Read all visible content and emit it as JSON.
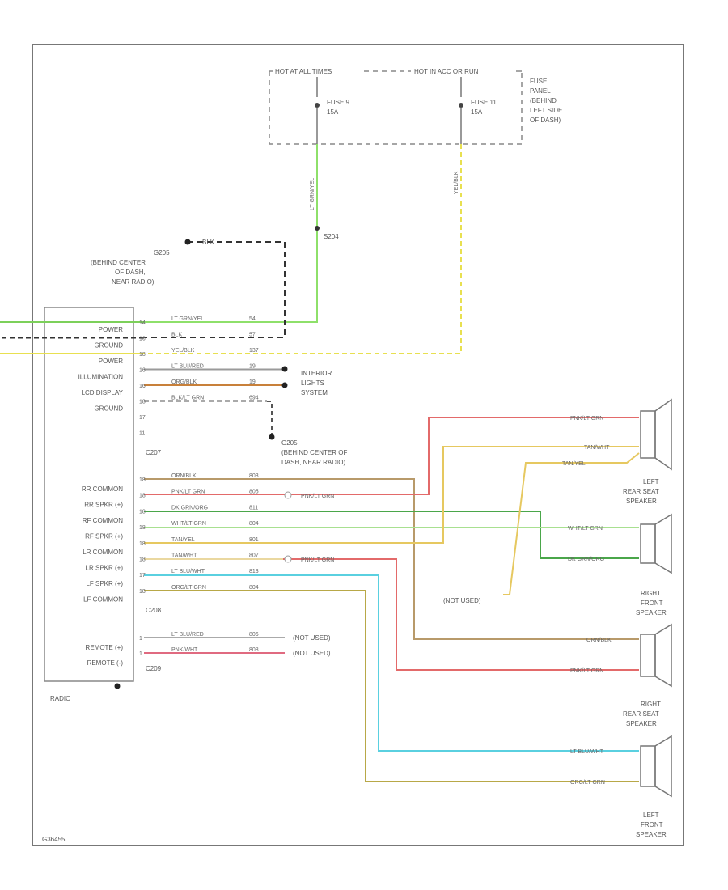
{
  "fuse_panel": {
    "hot_at_all_times": "HOT AT ALL TIMES",
    "hot_in_acc_or_run": "HOT IN ACC OR RUN",
    "fuse_a": "FUSE 9",
    "fuse_a_amp": "15A",
    "fuse_b": "FUSE 11",
    "fuse_b_amp": "15A",
    "location": [
      "FUSE",
      "PANEL",
      "(BEHIND",
      "LEFT SIDE",
      "OF DASH)"
    ]
  },
  "splice": "S204",
  "ground_upper": {
    "id": "G205",
    "location": [
      "(BEHIND CENTER",
      "OF DASH,",
      "NEAR RADIO)"
    ],
    "wire": "BLK"
  },
  "ground_lower": {
    "id": "G205",
    "location": [
      "(BEHIND CENTER OF",
      "DASH, NEAR RADIO)"
    ]
  },
  "interior_lights": [
    "INTERIOR",
    "LIGHTS",
    "SYSTEM"
  ],
  "radio": {
    "label": "RADIO",
    "pins_top": [
      "POWER",
      "GROUND",
      "POWER",
      "ILLUMINATION",
      "LCD DISPLAY",
      "GROUND"
    ],
    "pins_mid": [
      "RR COMMON",
      "RR SPKR (+)",
      "RF COMMON",
      "RF SPKR (+)",
      "LR COMMON",
      "LR SPKR (+)",
      "LF SPKR (+)",
      "LF COMMON"
    ],
    "pins_bottom": [
      "REMOTE (+)",
      "REMOTE (-)"
    ],
    "conn_1": "C207",
    "conn_2": "C208",
    "conn_3": "C209"
  },
  "wires_top": [
    {
      "pin": "14",
      "color_label": "LT GRN/YEL",
      "circuit": "54",
      "hex": "#7cd05a"
    },
    {
      "pin": "16",
      "color_label": "BLK",
      "circuit": "57",
      "hex": "#333333"
    },
    {
      "pin": "18",
      "color_label": "YEL/BLK",
      "circuit": "137",
      "hex": "#e8e050"
    },
    {
      "pin": "16",
      "color_label": "LT BLU/RED",
      "circuit": "19",
      "hex": "#9a9a9a"
    },
    {
      "pin": "16",
      "color_label": "ORG/BLK",
      "circuit": "19",
      "hex": "#c8803a"
    },
    {
      "pin": "18",
      "color_label": "BLK/LT GRN",
      "circuit": "694",
      "hex": "#555555"
    },
    {
      "pin": "17",
      "color_label": "",
      "circuit": "",
      "hex": "#888888"
    },
    {
      "pin": "11",
      "color_label": "",
      "circuit": "",
      "hex": "#888888"
    }
  ],
  "wires_mid": [
    {
      "pin": "18",
      "color_label": "ORN/BLK",
      "circuit": "803",
      "hex": "#b89a6a"
    },
    {
      "pin": "18",
      "color_label": "PNK/LT GRN",
      "circuit": "805",
      "hex": "#d9c090"
    },
    {
      "pin": "18",
      "color_label": "DK GRN/ORG",
      "circuit": "811",
      "hex": "#4aa64a"
    },
    {
      "pin": "18",
      "color_label": "WHT/LT GRN",
      "circuit": "804",
      "hex": "#a8e090"
    },
    {
      "pin": "18",
      "color_label": "TAN/YEL",
      "circuit": "801",
      "hex": "#e6c860"
    },
    {
      "pin": "18",
      "color_label": "TAN/WHT",
      "circuit": "807",
      "hex": "#ead8a0"
    },
    {
      "pin": "17",
      "color_label": "LT BLU/WHT",
      "circuit": "813",
      "hex": "#5ad0e0"
    },
    {
      "pin": "18",
      "color_label": "ORG/LT GRN",
      "circuit": "804",
      "hex": "#b8a848"
    }
  ],
  "wires_bottom": [
    {
      "pin": "1",
      "color_label": "LT BLU/RED",
      "circuit": "806",
      "hex": "#aaaaaa",
      "end": "(NOT USED)"
    },
    {
      "pin": "1",
      "color_label": "PNK/WHT",
      "circuit": "808",
      "hex": "#e06a80",
      "end": "(NOT USED)"
    }
  ],
  "mid_labels": {
    "pnk_lt_grn_a": "PNK/LT GRN",
    "pnk_lt_grn_b": "PNK/LT GRN",
    "not_used": "(NOT USED)"
  },
  "speakers": [
    {
      "name": [
        "LEFT",
        "REAR SEAT",
        "SPEAKER"
      ],
      "wires": [
        "PNK/LT GRN",
        "TAN/WHT",
        "TAN/YEL"
      ]
    },
    {
      "name": [
        "RIGHT",
        "FRONT",
        "SPEAKER"
      ],
      "wires": [
        "WHT/LT GRN",
        "DK GRN/ORG"
      ]
    },
    {
      "name": [
        "RIGHT",
        "REAR SEAT",
        "SPEAKER"
      ],
      "wires": [
        "ORN/BLK",
        "PNK/LT GRN"
      ]
    },
    {
      "name": [
        "LEFT",
        "FRONT",
        "SPEAKER"
      ],
      "wires": [
        "LT BLU/WHT",
        "ORG/LT GRN"
      ]
    }
  ],
  "fuse_wire_labels": {
    "left": "LT GRN/YEL",
    "right": "YEL/BLK"
  },
  "corner_code": "G36455"
}
